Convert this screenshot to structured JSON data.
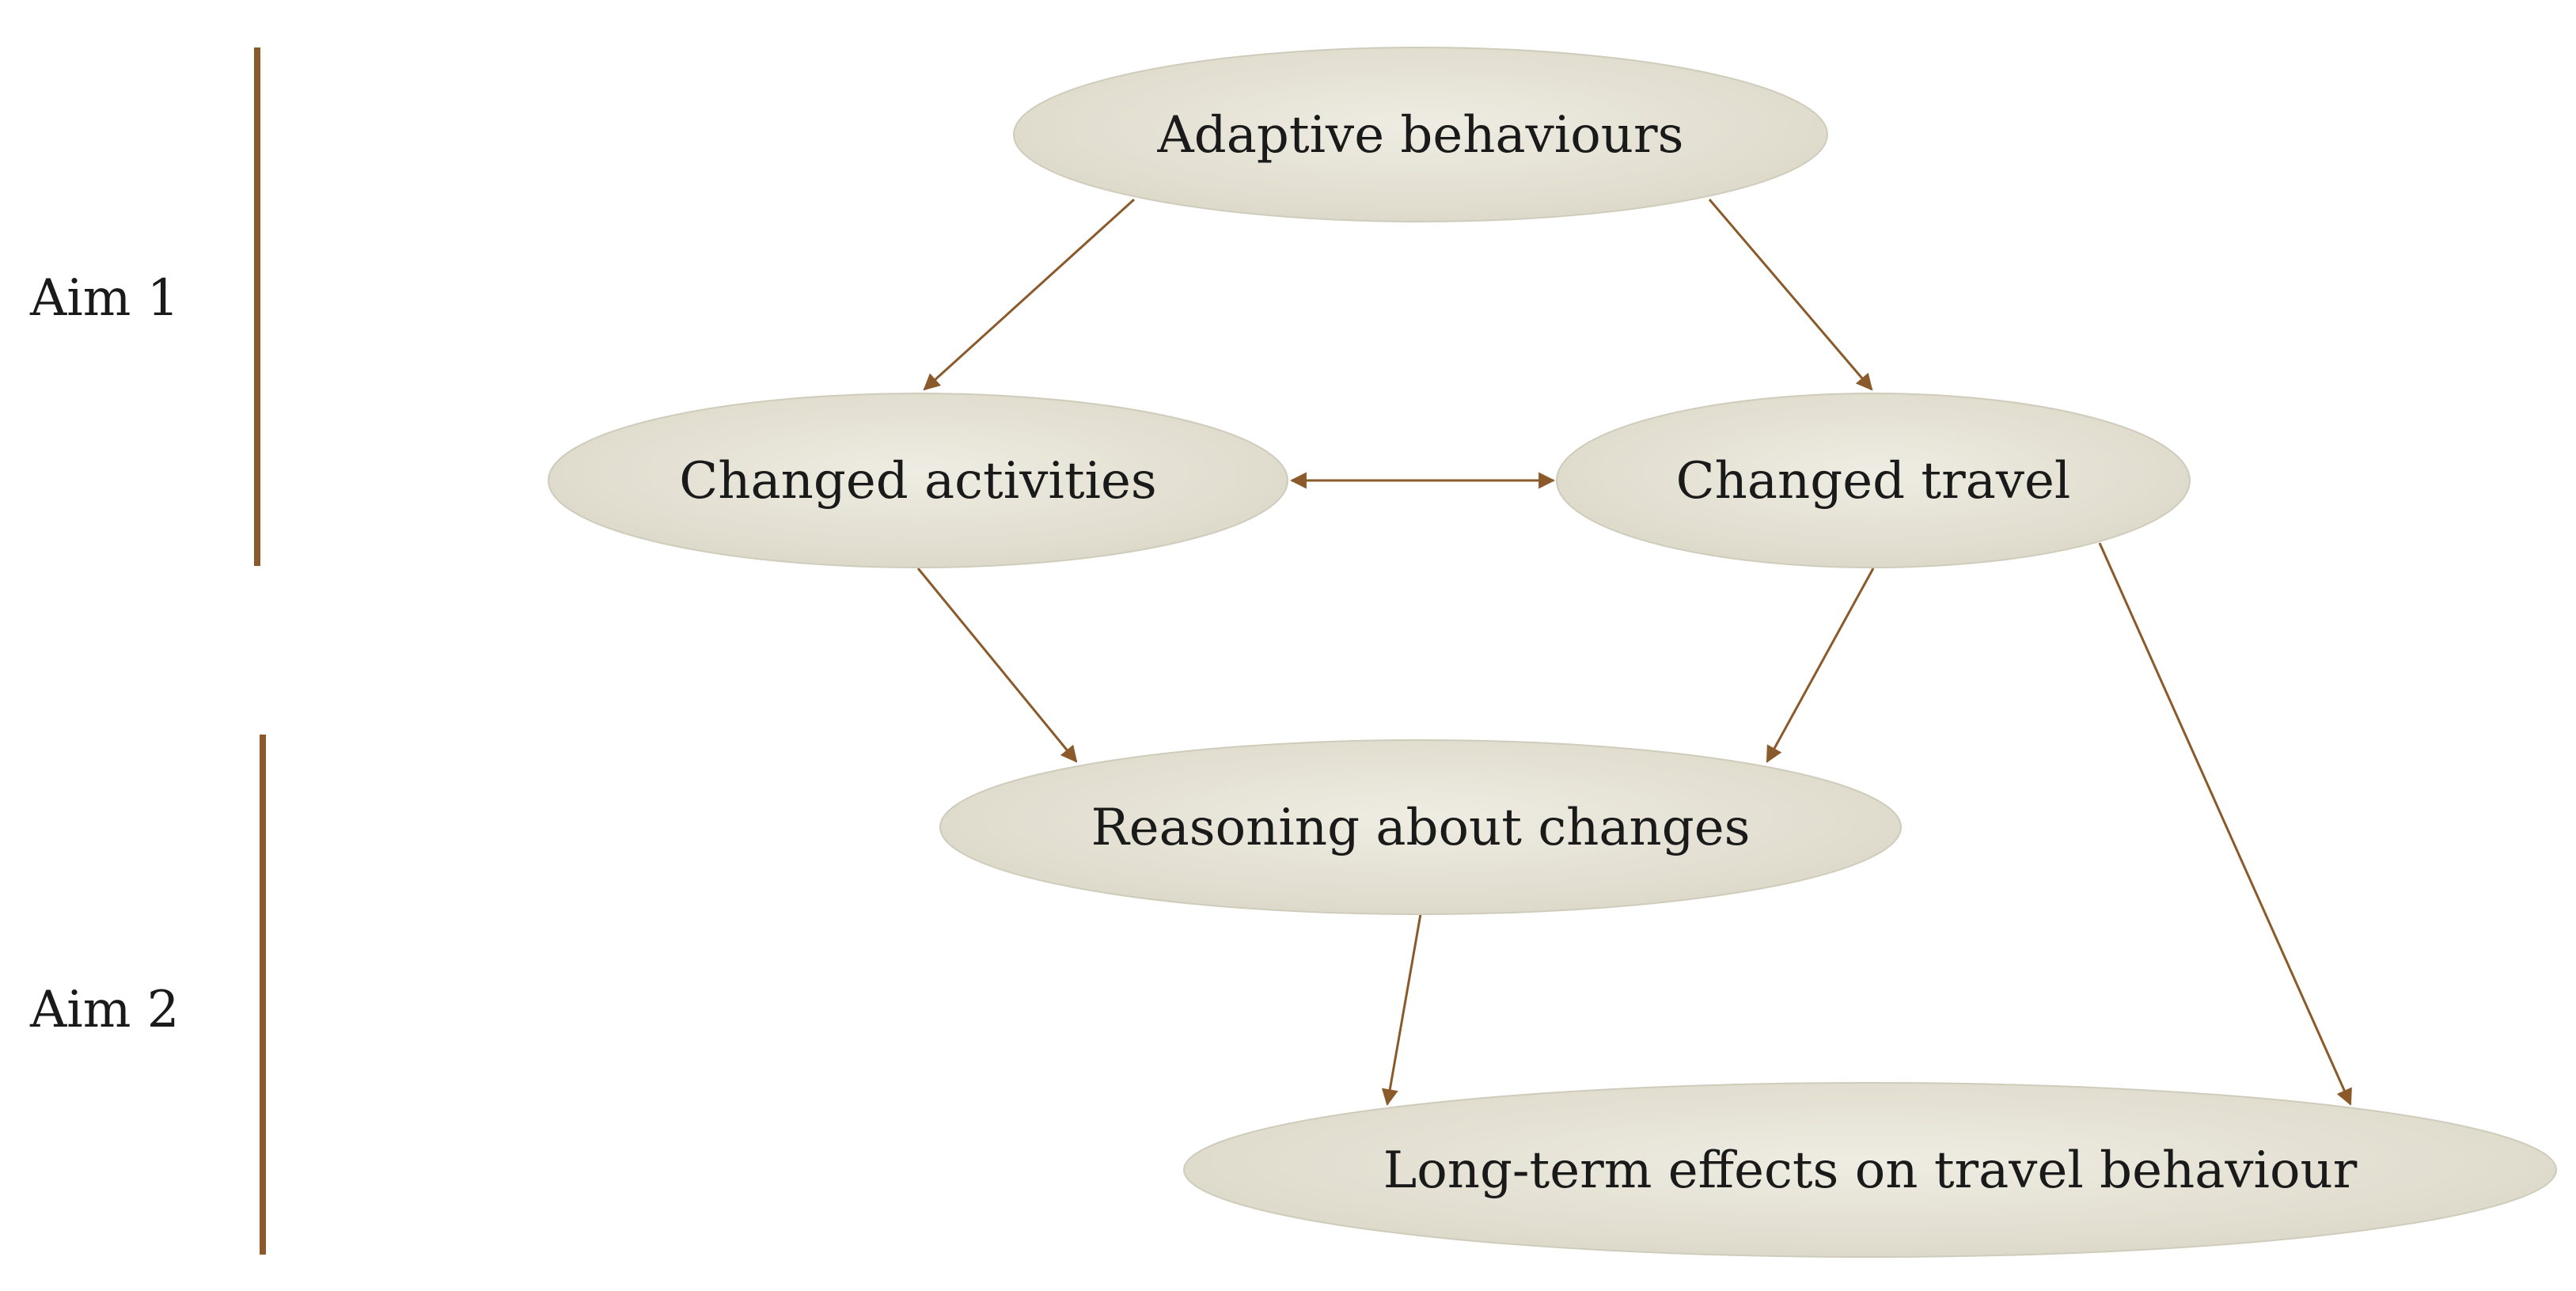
{
  "aims": [
    {
      "label": "Aim 1"
    },
    {
      "label": "Aim 2"
    }
  ],
  "nodes": {
    "adaptive": {
      "label": "Adaptive behaviours"
    },
    "activities": {
      "label": "Changed activities"
    },
    "travel": {
      "label": "Changed travel"
    },
    "reasoning": {
      "label": "Reasoning about changes"
    },
    "longterm": {
      "label": "Long-term effects on travel behaviour"
    }
  },
  "edges": [
    {
      "from": "adaptive",
      "to": "activities",
      "bidirectional": false
    },
    {
      "from": "adaptive",
      "to": "travel",
      "bidirectional": false
    },
    {
      "from": "activities",
      "to": "travel",
      "bidirectional": true
    },
    {
      "from": "activities",
      "to": "reasoning",
      "bidirectional": false
    },
    {
      "from": "travel",
      "to": "reasoning",
      "bidirectional": false
    },
    {
      "from": "travel",
      "to": "longterm",
      "bidirectional": false
    },
    {
      "from": "reasoning",
      "to": "longterm",
      "bidirectional": false
    }
  ],
  "colors": {
    "node_fill": "#e8e5d9",
    "node_fill_edge": "#d6d2c2",
    "arrow": "#8b5a2b",
    "aim_bar": "#8b5a2b",
    "text": "#1a1a1a"
  }
}
